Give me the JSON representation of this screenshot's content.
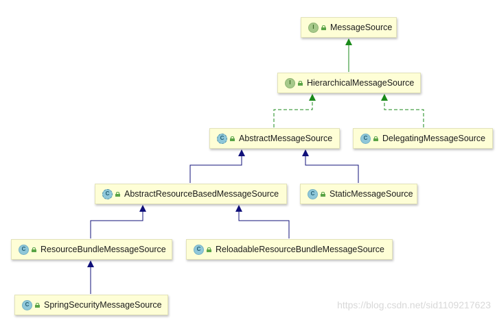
{
  "nodes": {
    "message_source": {
      "label": "MessageSource",
      "kind": "interface",
      "badge": "I"
    },
    "hierarchical_message_source": {
      "label": "HierarchicalMessageSource",
      "kind": "interface",
      "badge": "I"
    },
    "abstract_message_source": {
      "label": "AbstractMessageSource",
      "kind": "abstract",
      "badge": "C"
    },
    "delegating_message_source": {
      "label": "DelegatingMessageSource",
      "kind": "class",
      "badge": "C"
    },
    "abstract_resource_based_message_source": {
      "label": "AbstractResourceBasedMessageSource",
      "kind": "abstract",
      "badge": "C"
    },
    "static_message_source": {
      "label": "StaticMessageSource",
      "kind": "class",
      "badge": "C"
    },
    "resource_bundle_message_source": {
      "label": "ResourceBundleMessageSource",
      "kind": "class",
      "badge": "C"
    },
    "reloadable_resource_bundle_message_source": {
      "label": "ReloadableResourceBundleMessageSource",
      "kind": "class",
      "badge": "C"
    },
    "spring_security_message_source": {
      "label": "SpringSecurityMessageSource",
      "kind": "class",
      "badge": "C"
    }
  },
  "edges": [
    {
      "from": "hierarchical_message_source",
      "to": "message_source",
      "relation": "extends-interface"
    },
    {
      "from": "abstract_message_source",
      "to": "hierarchical_message_source",
      "relation": "implements"
    },
    {
      "from": "delegating_message_source",
      "to": "hierarchical_message_source",
      "relation": "implements"
    },
    {
      "from": "abstract_resource_based_message_source",
      "to": "abstract_message_source",
      "relation": "extends"
    },
    {
      "from": "static_message_source",
      "to": "abstract_message_source",
      "relation": "extends"
    },
    {
      "from": "resource_bundle_message_source",
      "to": "abstract_resource_based_message_source",
      "relation": "extends"
    },
    {
      "from": "reloadable_resource_bundle_message_source",
      "to": "abstract_resource_based_message_source",
      "relation": "extends"
    },
    {
      "from": "spring_security_message_source",
      "to": "resource_bundle_message_source",
      "relation": "extends"
    }
  ],
  "colors": {
    "interface_edge": "#1a8a1a",
    "class_edge": "#10107a"
  },
  "watermark": "https://blog.csdn.net/sid1109217623"
}
